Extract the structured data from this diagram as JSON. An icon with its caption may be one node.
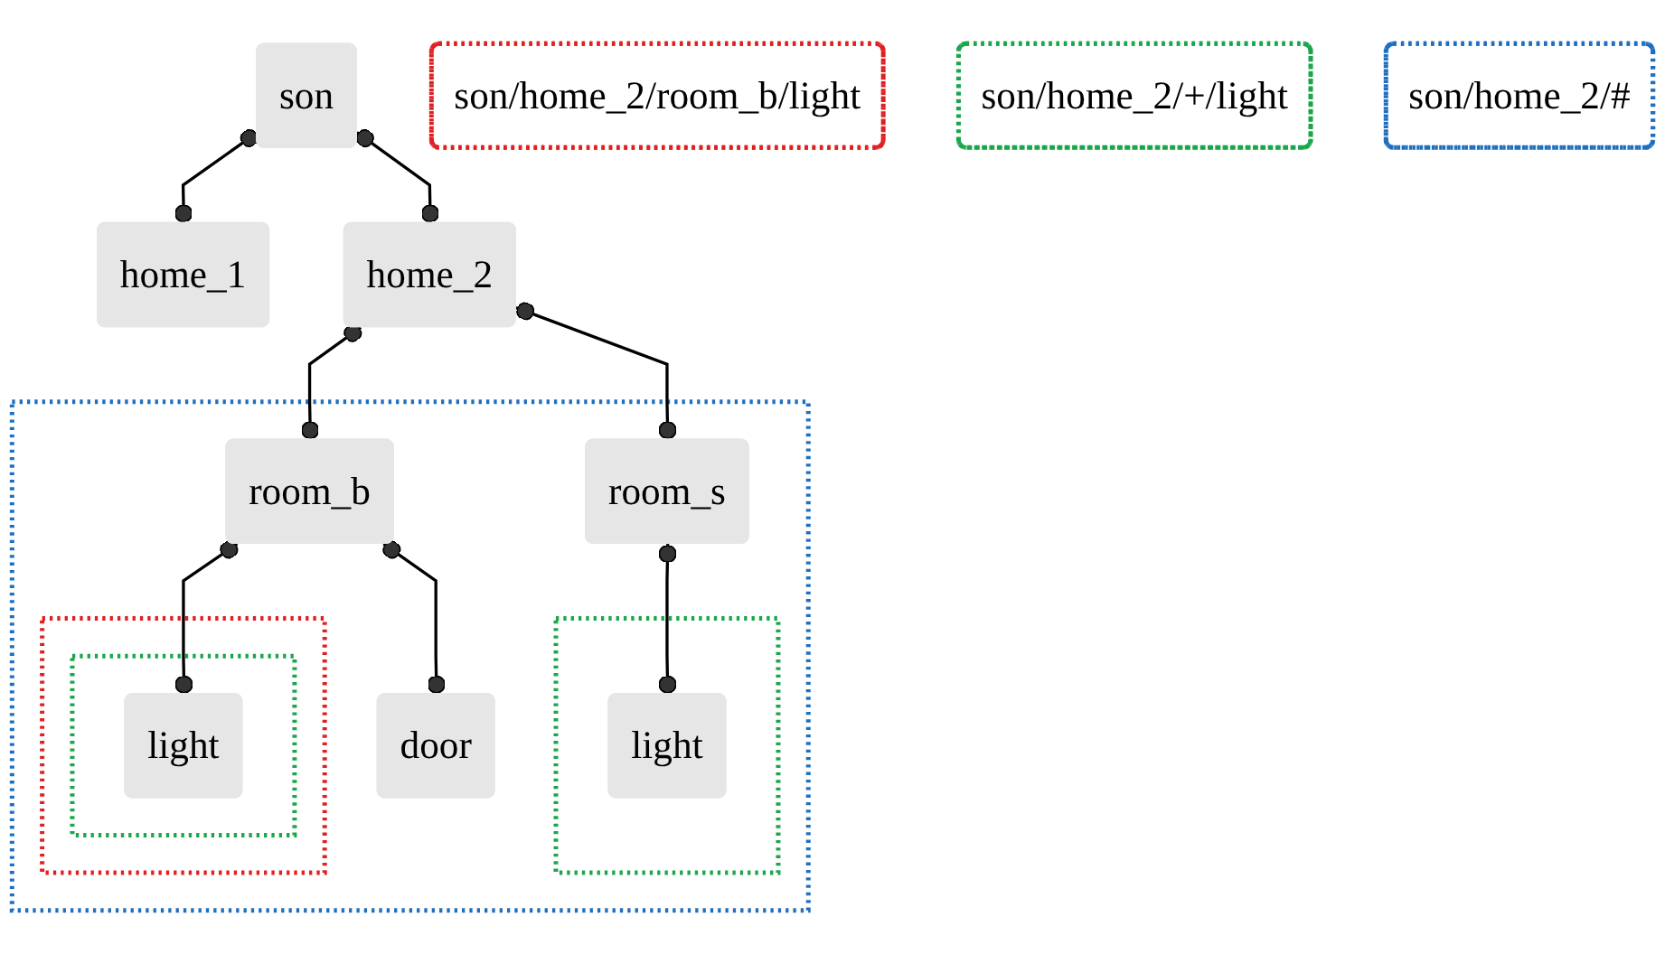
{
  "diagram": {
    "nodes": [
      {
        "text": [
          "son"
        ]
      },
      {
        "text": [
          "home_1"
        ]
      },
      {
        "text": [
          "home_2"
        ]
      },
      {
        "text": [],
        "shape": "box"
      },
      {
        "text": [
          "room_s"
        ],
        "in": 3
      },
      {
        "text": [
          "room_b"
        ],
        "in": 3
      },
      {
        "text": [],
        "shape": "box",
        "in": 3
      },
      {
        "text": [
          "light"
        ],
        "in": 6
      },
      {
        "text": [
          "door"
        ],
        "in": 3
      },
      {
        "text": [],
        "shape": "box",
        "in": 3
      },
      {
        "text": [],
        "shape": "box",
        "in": 9
      },
      {
        "text": [
          "light"
        ],
        "in": 10
      },
      {
        "text": [
          "son/home_2/room_b/light"
        ]
      },
      {
        "text": [
          "son/home_2/+/light"
        ]
      },
      {
        "text": [
          "son/home_2/#"
        ]
      }
    ],
    "edges": [
      {
        "from": 0,
        "to": 1,
        "arrow": "other"
      },
      {
        "from": 0,
        "to": 2,
        "arrow": "other"
      },
      {
        "from": 2,
        "to": 4,
        "arrow": "other"
      },
      {
        "from": 2,
        "to": 5,
        "arrow": "other"
      },
      {
        "from": 4,
        "to": 7,
        "arrow": "other"
      },
      {
        "from": 5,
        "to": 8,
        "arrow": "other"
      },
      {
        "from": 5,
        "to": 11,
        "arrow": "other"
      }
    ]
  }
}
